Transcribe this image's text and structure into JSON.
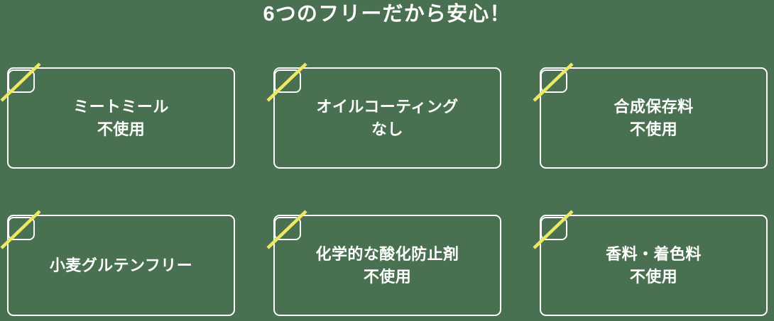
{
  "heading": {
    "text": "6つのフリーだから安心！"
  },
  "colors": {
    "background": "#497050",
    "border": "#ffffff",
    "text": "#ffffff",
    "slash_accent": "#ece765"
  },
  "cards": [
    {
      "line1": "ミートミール",
      "line2": "不使用",
      "text": "ミートミール\n不使用",
      "badge_icon": "diagonal-slash-icon"
    },
    {
      "line1": "オイルコーティング",
      "line2": "なし",
      "text": "オイルコーティング\nなし",
      "badge_icon": "diagonal-slash-icon"
    },
    {
      "line1": "合成保存料",
      "line2": "不使用",
      "text": "合成保存料\n不使用",
      "badge_icon": "diagonal-slash-icon"
    },
    {
      "line1": "小麦グルテンフリー",
      "line2": "",
      "text": "小麦グルテンフリー",
      "badge_icon": "diagonal-slash-icon"
    },
    {
      "line1": "化学的な酸化防止剤",
      "line2": "不使用",
      "text": "化学的な酸化防止剤\n不使用",
      "badge_icon": "diagonal-slash-icon"
    },
    {
      "line1": "香料・着色料",
      "line2": "不使用",
      "text": "香料・着色料\n不使用",
      "badge_icon": "diagonal-slash-icon"
    }
  ]
}
